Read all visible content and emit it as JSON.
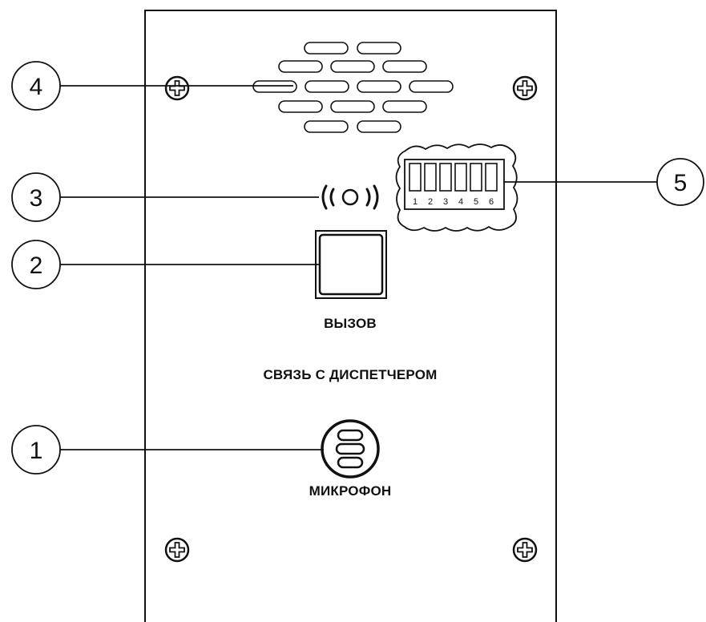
{
  "panel": {
    "call_label": "ВЫЗОВ",
    "dispatcher_label": "СВЯЗЬ С ДИСПЕТЧЕРОМ",
    "microphone_label": "МИКРОФОН"
  },
  "callouts": [
    {
      "number": "1"
    },
    {
      "number": "2"
    },
    {
      "number": "3"
    },
    {
      "number": "4"
    },
    {
      "number": "5"
    }
  ],
  "dip_switch": {
    "positions": [
      "1",
      "2",
      "3",
      "4",
      "5",
      "6"
    ]
  },
  "icons": {
    "speaker": "speaker-grille-icon",
    "indicator": "wireless-indicator-icon",
    "button": "call-button",
    "microphone": "microphone-icon",
    "screw": "screw-icon"
  }
}
